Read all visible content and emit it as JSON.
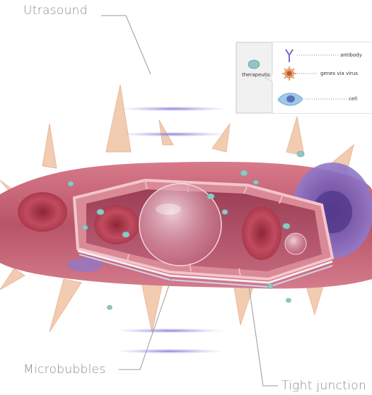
{
  "labels": {
    "ultrasound": "Utrasound",
    "microbubbles": "Microbubbles",
    "tight_junction": "Tight junction"
  },
  "legend": {
    "therapeutic": "therapeutic",
    "items": [
      {
        "label": "antibody",
        "icon": "antibody-icon"
      },
      {
        "label": "genes via virus",
        "icon": "virus-icon"
      },
      {
        "label": "cell",
        "icon": "cell-icon"
      }
    ]
  },
  "colors": {
    "vessel_outer": "#c8607a",
    "vessel_wall": "#d9707e",
    "vessel_inner": "#a8455c",
    "red_cell": "#b83a4e",
    "bubble": "#e8b6c6",
    "wave": "#9a8fe0",
    "astro": "#f2c9a8",
    "purple_cell": "#7a63b8",
    "particle": "#8fc4c0",
    "label_gray": "#8a8a8a"
  }
}
